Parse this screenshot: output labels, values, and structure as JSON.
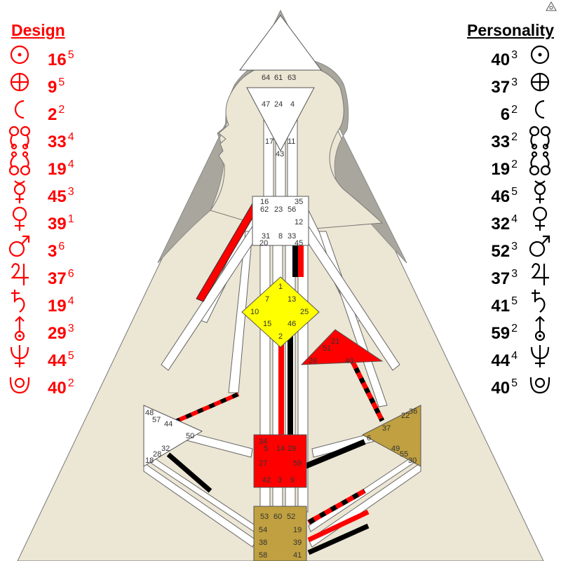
{
  "design": {
    "title": "Design",
    "rows": [
      {
        "planet": "sun-icon",
        "gate": "16",
        "line": "5"
      },
      {
        "planet": "earth-icon",
        "gate": "9",
        "line": "5"
      },
      {
        "planet": "moon-icon",
        "gate": "2",
        "line": "2"
      },
      {
        "planet": "north-node-icon",
        "gate": "33",
        "line": "4"
      },
      {
        "planet": "south-node-icon",
        "gate": "19",
        "line": "4"
      },
      {
        "planet": "mercury-icon",
        "gate": "45",
        "line": "3"
      },
      {
        "planet": "venus-icon",
        "gate": "39",
        "line": "1"
      },
      {
        "planet": "mars-icon",
        "gate": "3",
        "line": "6"
      },
      {
        "planet": "jupiter-icon",
        "gate": "37",
        "line": "6"
      },
      {
        "planet": "saturn-icon",
        "gate": "19",
        "line": "4"
      },
      {
        "planet": "uranus-icon",
        "gate": "29",
        "line": "3"
      },
      {
        "planet": "neptune-icon",
        "gate": "44",
        "line": "5"
      },
      {
        "planet": "pluto-icon",
        "gate": "40",
        "line": "2"
      }
    ]
  },
  "personality": {
    "title": "Personality",
    "rows": [
      {
        "planet": "sun-icon",
        "gate": "40",
        "line": "3"
      },
      {
        "planet": "earth-icon",
        "gate": "37",
        "line": "3"
      },
      {
        "planet": "moon-icon",
        "gate": "6",
        "line": "2"
      },
      {
        "planet": "north-node-icon",
        "gate": "33",
        "line": "2"
      },
      {
        "planet": "south-node-icon",
        "gate": "19",
        "line": "2"
      },
      {
        "planet": "mercury-icon",
        "gate": "46",
        "line": "5"
      },
      {
        "planet": "venus-icon",
        "gate": "32",
        "line": "4"
      },
      {
        "planet": "mars-icon",
        "gate": "52",
        "line": "3"
      },
      {
        "planet": "jupiter-icon",
        "gate": "37",
        "line": "3"
      },
      {
        "planet": "saturn-icon",
        "gate": "41",
        "line": "5"
      },
      {
        "planet": "uranus-icon",
        "gate": "59",
        "line": "2"
      },
      {
        "planet": "neptune-icon",
        "gate": "44",
        "line": "4"
      },
      {
        "planet": "pluto-icon",
        "gate": "40",
        "line": "5"
      }
    ]
  },
  "centers": {
    "head": {
      "defined": false,
      "gates": [
        "64",
        "61",
        "63"
      ]
    },
    "ajna": {
      "defined": false,
      "gates": [
        "47",
        "24",
        "4",
        "17",
        "11",
        "43"
      ]
    },
    "throat": {
      "defined": false,
      "gates": [
        "16",
        "35",
        "62",
        "23",
        "56",
        "12",
        "31",
        "8",
        "33",
        "20",
        "45"
      ]
    },
    "g": {
      "defined": true,
      "gates": [
        "1",
        "7",
        "13",
        "10",
        "25",
        "15",
        "46",
        "2"
      ]
    },
    "heart": {
      "defined": true,
      "gates": [
        "21",
        "51",
        "26",
        "40"
      ]
    },
    "spleen": {
      "defined": false,
      "gates": [
        "48",
        "57",
        "44",
        "50",
        "32",
        "28",
        "18"
      ]
    },
    "solar_plexus": {
      "defined": true,
      "gates": [
        "36",
        "22",
        "37",
        "6",
        "49",
        "55",
        "30"
      ]
    },
    "sacral": {
      "defined": true,
      "gates": [
        "34",
        "5",
        "14",
        "29",
        "27",
        "59",
        "42",
        "3",
        "9"
      ]
    },
    "root": {
      "defined": true,
      "gates": [
        "53",
        "60",
        "52",
        "54",
        "19",
        "38",
        "39",
        "58",
        "41"
      ]
    }
  },
  "colors": {
    "design": "#ff0000",
    "personality": "#000000",
    "background": "#ece6d4",
    "aura": "#a9a79d",
    "g_center": "#ffff00",
    "sacral_center": "#ff0000",
    "heart_center": "#ff0000",
    "motor_center": "#c0a040",
    "undefined_center": "#ffffff"
  }
}
